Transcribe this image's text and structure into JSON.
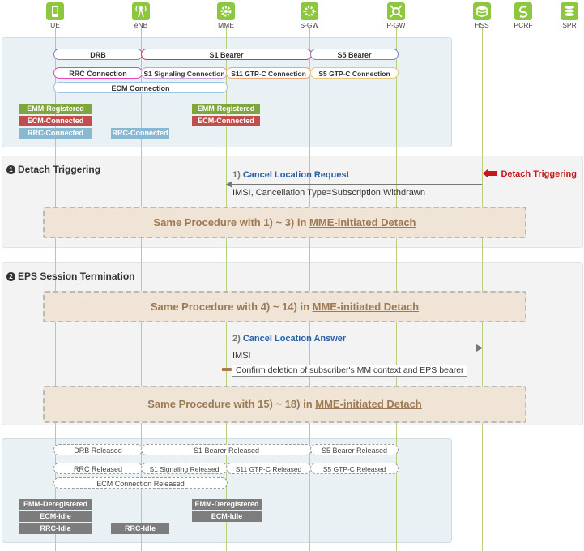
{
  "nodes": [
    {
      "label": "UE",
      "icon": "ue-icon",
      "color": "#8dc63f"
    },
    {
      "label": "eNB",
      "icon": "enb-icon",
      "color": "#8dc63f"
    },
    {
      "label": "MME",
      "icon": "mme-icon",
      "color": "#8dc63f"
    },
    {
      "label": "S-GW",
      "icon": "sgw-icon",
      "color": "#8dc63f"
    },
    {
      "label": "P-GW",
      "icon": "pgw-icon",
      "color": "#8dc63f"
    },
    {
      "label": "HSS",
      "icon": "hss-icon",
      "color": "#8dc63f"
    },
    {
      "label": "PCRF",
      "icon": "pcrf-icon",
      "color": "#8dc63f"
    },
    {
      "label": "SPR",
      "icon": "spr-icon",
      "color": "#8dc63f"
    }
  ],
  "initial": {
    "bearers": {
      "drb": "DRB",
      "s1": "S1 Bearer",
      "s5": "S5 Bearer"
    },
    "connections": {
      "rrc": "RRC Connection",
      "s1sig": "S1 Signaling Connection",
      "s11": "S11 GTP-C Connection",
      "s5gtpc": "S5 GTP-C Connection"
    },
    "ecm": "ECM Connection",
    "ue_states": [
      "EMM-Registered",
      "ECM-Connected",
      "RRC-Connected"
    ],
    "enb_state": "RRC-Connected",
    "mme_states": [
      "EMM-Registered",
      "ECM-Connected"
    ]
  },
  "section1": {
    "num": "1",
    "title": "Detach Triggering",
    "trigger": "Detach Triggering",
    "msg_num": "1)",
    "msg": "Cancel Location Request",
    "msg_params": "IMSI, Cancellation Type=Subscription Withdrawn",
    "proc_text": "Same Procedure with 1) ~ 3) in ",
    "proc_link": "MME-initiated Detach"
  },
  "section2": {
    "num": "2",
    "title": "EPS Session Termination",
    "proc1_text": "Same Procedure with 4) ~ 14) in ",
    "proc1_link": "MME-initiated Detach",
    "msg_num": "2)",
    "msg": "Cancel Location Answer",
    "msg_params": "IMSI",
    "note": "Confirm deletion of subscriber's MM context and EPS bearer",
    "proc2_text": "Same Procedure with 15) ~ 18) in ",
    "proc2_link": "MME-initiated Detach"
  },
  "final": {
    "bearers": {
      "drb": "DRB Released",
      "s1": "S1 Bearer Released",
      "s5": "S5 Bearer Released"
    },
    "connections": {
      "rrc": "RRC  Released",
      "s1sig": "S1 Signaling Released",
      "s11": "S11 GTP-C Released",
      "s5gtpc": "S5 GTP-C Released"
    },
    "ecm": "ECM Connection Released",
    "ue_states": [
      "EMM-Deregistered",
      "ECM-Idle",
      "RRC-Idle"
    ],
    "enb_state": "RRC-Idle",
    "mme_states": [
      "EMM-Deregistered",
      "ECM-Idle"
    ]
  },
  "colors": {
    "registered": "#7ea63c",
    "connected": "#c24d4d",
    "rrc": "#8bb8d1",
    "idle": "#7d7d7d",
    "trigger": "#c4161c",
    "message": "#2a5ea6",
    "procedure": "#9b7a55"
  }
}
